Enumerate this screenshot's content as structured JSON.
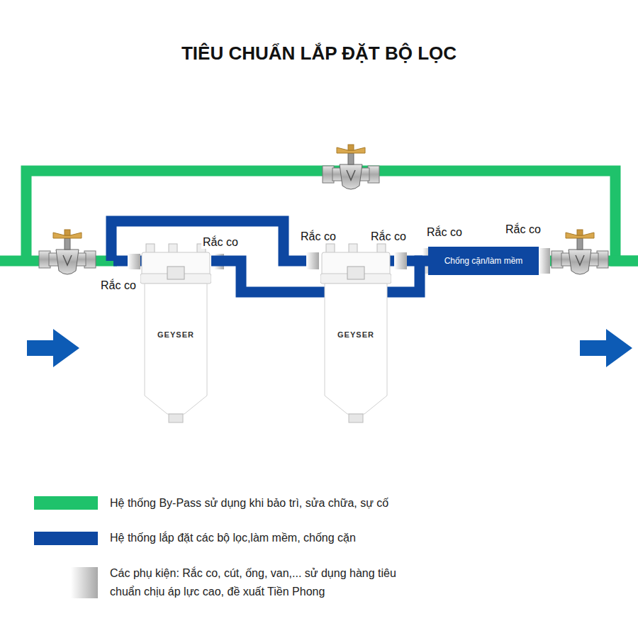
{
  "diagram": {
    "title": "TIÊU CHUẨN LẮP ĐẶT BỘ LỌC",
    "nodes": [
      {
        "text": [
          "GEYSER"
        ]
      },
      {
        "text": [
          "GEYSER"
        ]
      },
      {
        "text": [
          "Chống cặn/làm mềm"
        ]
      }
    ],
    "edges": [
      {
        "from": 0,
        "to": 2,
        "arrow": "none"
      }
    ],
    "labels": [
      "Rắc co",
      "Rắc co",
      "Rắc co",
      "Rắc co",
      "Rắc co",
      "Rắc co"
    ],
    "legend": [
      {
        "text": "Hệ thống By-Pass sử dụng khi bảo trì, sửa chữa, sự cố",
        "color": "#1fc26b"
      },
      {
        "text": "Hệ thống lắp đặt các bộ lọc,làm mềm, chống cặn",
        "color": "#0d47a1"
      },
      {
        "text": "Các phụ kiện: Rắc co, cút, ống, van,... sử dụng hàng tiêu chuẩn chịu áp lực cao, đề xuất Tiền Phong"
      }
    ]
  }
}
